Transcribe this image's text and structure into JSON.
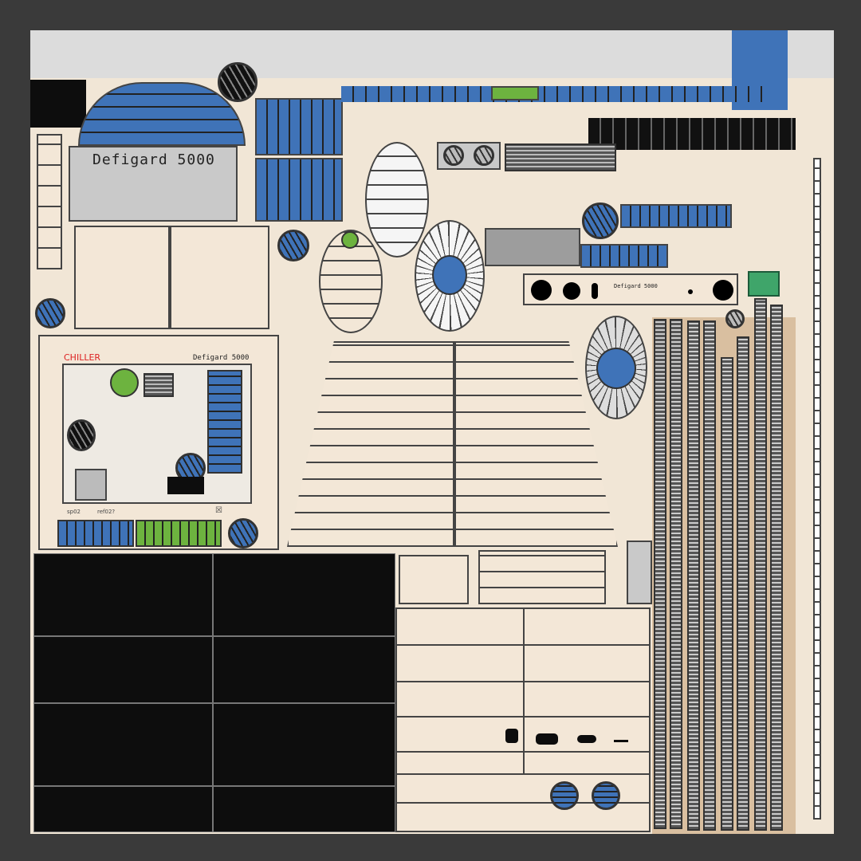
{
  "texture": {
    "title": "Defigard 5000 UV texture atlas",
    "size": "1080x1080",
    "colors": {
      "background": "#3a3a3a",
      "cream": "#f3e7d7",
      "blue": "#3f73b8",
      "green": "#6db33f",
      "grey": "#c9c9c9",
      "black": "#0d0d0d",
      "tan": "#d9bfa0"
    }
  },
  "labels": {
    "main_panel": "Defigard 5000",
    "chiller": "CHILLER",
    "chiller_panel_brand": "Defigard 5000",
    "side_strip_brand": "Defigard 5000",
    "sp_code": "sp02",
    "ref_code": "ref02?",
    "close_mark": "☒"
  }
}
